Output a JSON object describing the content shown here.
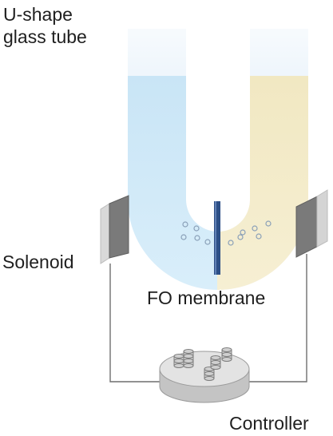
{
  "labels": {
    "tube_line1": "U-shape",
    "tube_line2": "glass tube",
    "solenoid": "Solenoid",
    "membrane": "FO membrane",
    "controller": "Controller"
  },
  "colors": {
    "left_solution": "#cfe8f6",
    "right_solution": "#f3ebc8",
    "tube_glass": "#e6f1fa",
    "membrane": "#2d4f86",
    "solenoid": "#cfcfcf",
    "wire": "#6f6f6f",
    "controller": "#d7d7d7",
    "text": "#1f1f1f"
  },
  "icons": {
    "solenoid_left": "solenoid-block-icon",
    "solenoid_right": "solenoid-block-icon",
    "controller": "controller-disk-icon"
  }
}
